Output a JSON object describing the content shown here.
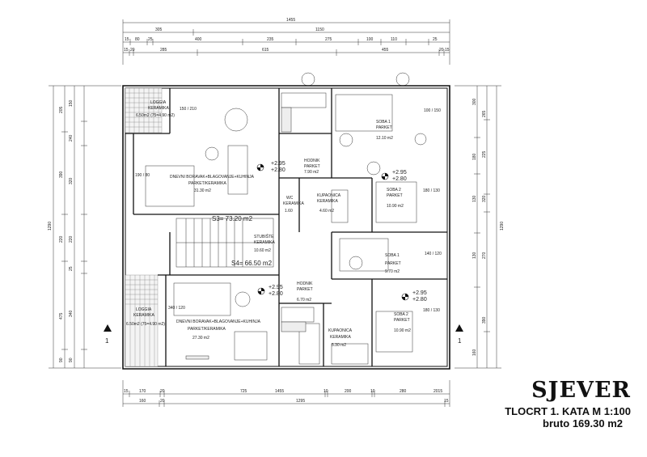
{
  "dimensions": {
    "top_total": "1455",
    "top_row2": [
      "305",
      "1150"
    ],
    "top_row3": [
      "15",
      "80",
      "25",
      "400",
      "235",
      "275",
      "100",
      "110",
      "25"
    ],
    "top_row4": [
      "15",
      "20",
      "285",
      "615",
      "455",
      "20",
      "15"
    ],
    "bottom_row1": [
      "15",
      "170",
      "20",
      "725",
      "1455",
      "10",
      "200",
      "10",
      "280",
      "2015"
    ],
    "bottom_row2": [
      "160",
      "20",
      "1295",
      "15"
    ],
    "left_total": "1290",
    "left_row2": [
      "205",
      "390",
      "220",
      "475",
      "90"
    ],
    "left_row3": [
      "150",
      "240",
      "320",
      "220",
      "25",
      "340",
      "90"
    ],
    "right_total": "1290",
    "right_row2": [
      "265",
      "225",
      "320",
      "270",
      "390"
    ],
    "right_row3": [
      "300",
      "180",
      "130",
      "130",
      "160"
    ]
  },
  "rooms": [
    {
      "name": "LOGGIA",
      "finish": "KERAMIKA",
      "area": "6.50m2 (75=4.90 m2)"
    },
    {
      "name": "DNEVNI BORAVAK+BLAGOVANJE+KUHINJA",
      "finish": "PARKET/KERAMIKA",
      "area": "31.30 m2"
    },
    {
      "name": "HODNIK",
      "finish": "PARKET",
      "area": "7.90 m2"
    },
    {
      "name": "SOBA 1",
      "finish": "PARKET",
      "area": "12.10 m2"
    },
    {
      "name": "KUPAONICA",
      "finish": "KERAMIKA",
      "area": "4.60 m2"
    },
    {
      "name": "WC",
      "finish": "KERAMIKA",
      "area": "1.60"
    },
    {
      "name": "SOBA 2",
      "finish": "PARKET",
      "area": "10.90 m2"
    },
    {
      "name": "STUBIŠTE",
      "finish": "KERAMIKA",
      "area": "10.60 m2"
    },
    {
      "name": "SOBA 1",
      "finish": "PARKET",
      "area": "9.70 m2"
    },
    {
      "name": "HODNIK",
      "finish": "PARKET",
      "area": "6.70 m2"
    },
    {
      "name": "LOGGIA",
      "finish": "KERAMIKA",
      "area": "6.50m2 (75=4.90 m2)"
    },
    {
      "name": "DNEVNI BORAVAK+BLAGOVANJE+KUHINJA",
      "finish": "PARKET/KERAMIKA",
      "area": "27.30 m2"
    },
    {
      "name": "KUPAONICA",
      "finish": "KERAMIKA",
      "area": "5.30 m2"
    },
    {
      "name": "SOBA 2",
      "finish": "PARKET",
      "area": "10.90 m2"
    }
  ],
  "apartments": [
    "S3= 73.20 m2",
    "S4= 66.50 m2"
  ],
  "levels": {
    "upper": "+2.95",
    "lower": "+2.80"
  },
  "section_label": "1",
  "window_sizes": [
    "150 / 210",
    "190 / 80",
    "100 / 150",
    "180 / 130",
    "140 / 120",
    "340 / 120",
    "180 / 130"
  ],
  "title": {
    "north": "SJEVER",
    "plan_scale": "TLOCRT 1. KATA  M 1:100",
    "area": "bruto 169.30 m2"
  }
}
